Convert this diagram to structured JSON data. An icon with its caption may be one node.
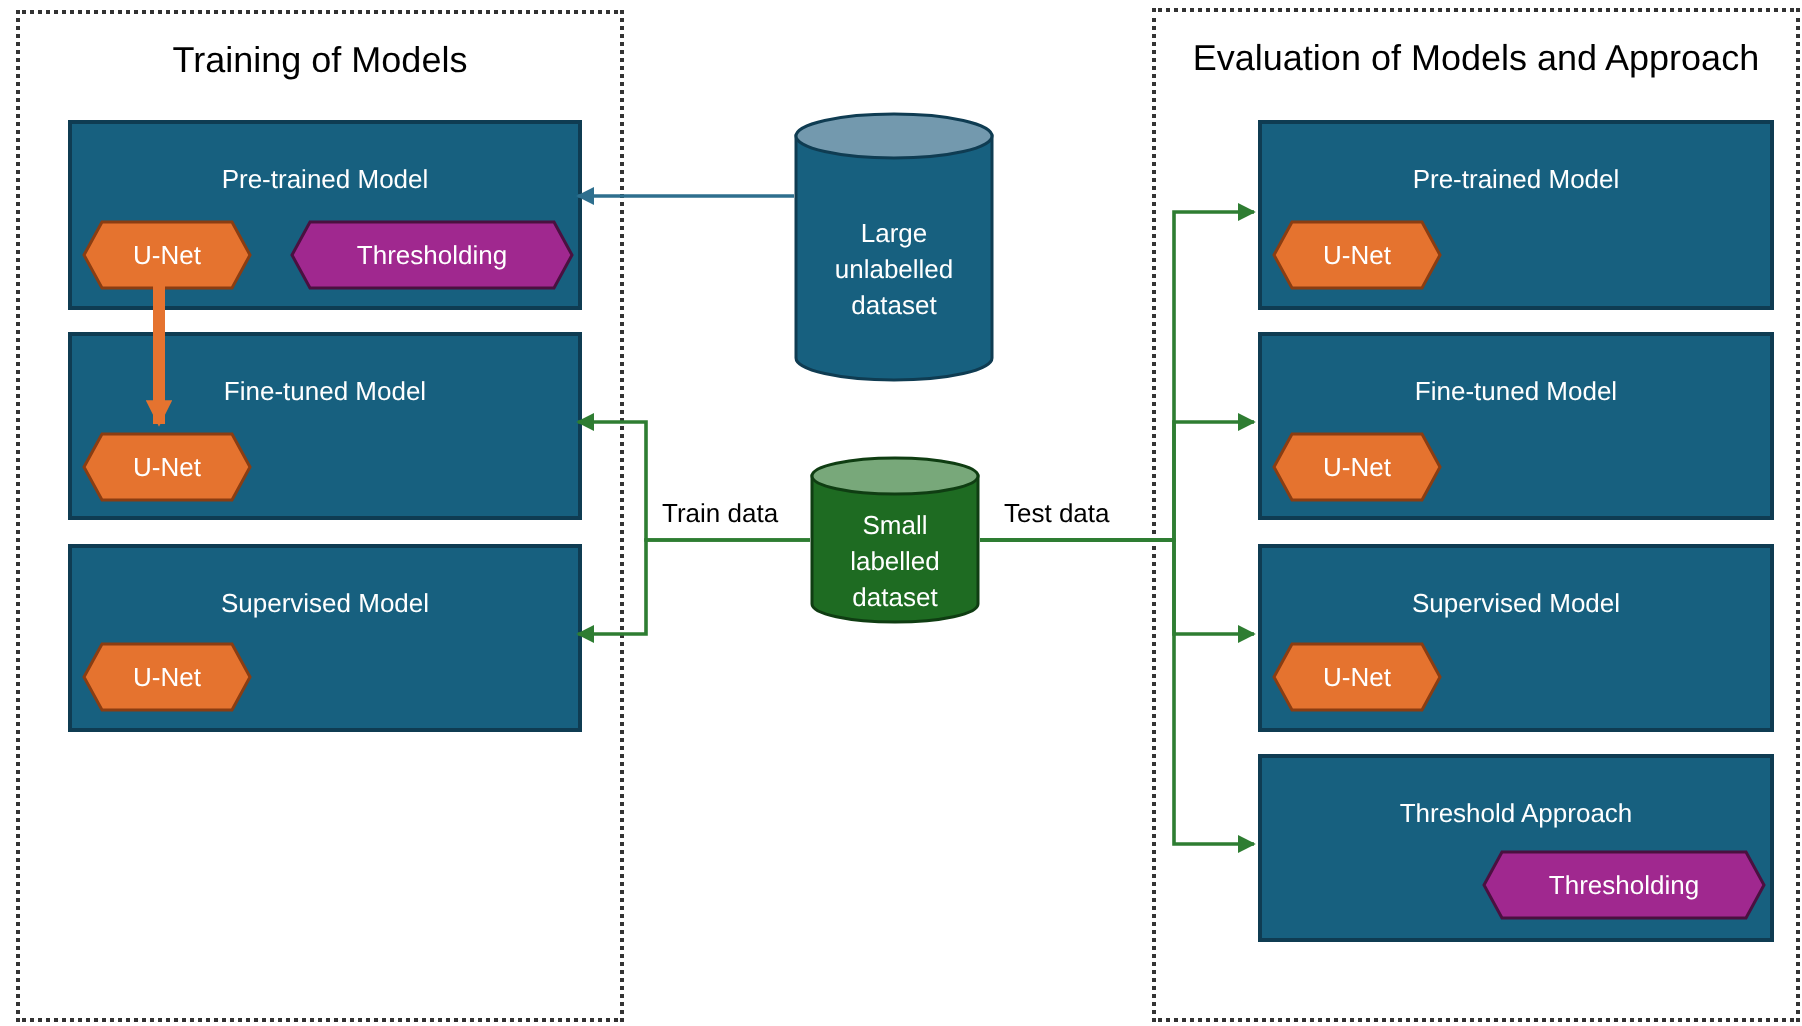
{
  "diagram": {
    "nodes": [
      {
        "text": [
          "Training of Models"
        ]
      },
      {
        "text": [
          "Pre-trained Model"
        ],
        "in": 0
      },
      {
        "text": [
          "U-Net"
        ],
        "in": 1
      },
      {
        "text": [
          "Thresholding"
        ],
        "in": 1
      },
      {
        "text": [
          "Fine-tuned Model"
        ],
        "in": 0
      },
      {
        "text": [
          "U-Net"
        ],
        "in": 4
      },
      {
        "text": [
          "Supervised Model"
        ],
        "in": 0
      },
      {
        "text": [
          "U-Net"
        ],
        "in": 6
      },
      {
        "text": [
          "Large unlabelled dataset"
        ]
      },
      {
        "text": [
          "Small labelled dataset"
        ]
      },
      {
        "text": [
          "Evaluation of Models and Approach"
        ]
      },
      {
        "text": [
          "Pre-trained Model"
        ],
        "in": 10
      },
      {
        "text": [
          "U-Net"
        ],
        "in": 11
      },
      {
        "text": [
          "Fine-tuned Model"
        ],
        "in": 10
      },
      {
        "text": [
          "U-Net"
        ],
        "in": 13
      },
      {
        "text": [
          "Supervised Model"
        ],
        "in": 10
      },
      {
        "text": [
          "U-Net"
        ],
        "in": 15
      },
      {
        "text": [
          "Threshold Approach"
        ],
        "in": 10
      },
      {
        "text": [
          "Thresholding"
        ],
        "in": 17
      }
    ],
    "edges": [
      {
        "from": 8,
        "to": 1,
        "arrow": "to",
        "color": "#2e6f8e"
      },
      {
        "from": 2,
        "to": 5,
        "arrow": "to",
        "style": "thick",
        "color": "#e5732f"
      },
      {
        "from": 9,
        "to": 4,
        "arrow": "to",
        "label": "Train data"
      },
      {
        "from": 9,
        "to": 6,
        "arrow": "to"
      },
      {
        "from": 9,
        "to": 11,
        "arrow": "to",
        "label": "Test data"
      },
      {
        "from": 9,
        "to": 13,
        "arrow": "to"
      },
      {
        "from": 9,
        "to": 15,
        "arrow": "to"
      },
      {
        "from": 9,
        "to": 17,
        "arrow": "to"
      }
    ]
  }
}
